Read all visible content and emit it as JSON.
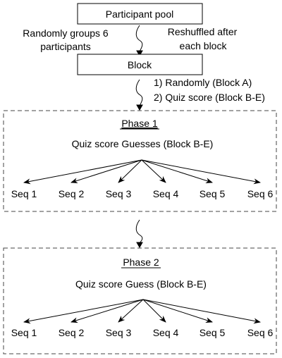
{
  "participant_pool": {
    "label": "Participant pool"
  },
  "arrow_left_label": {
    "line1": "Randomly groups 6",
    "line2": "participants"
  },
  "arrow_right_label": {
    "line1": "Reshuffled after",
    "line2": "each block"
  },
  "block": {
    "label": "Block"
  },
  "grouping_note": {
    "line1": "1) Randomly (Block A)",
    "line2": "2) Quiz score (Block B-E)"
  },
  "phase1": {
    "title": "Phase 1",
    "subtitle": "Quiz score Guesses (Block B-E)",
    "sequences": [
      "Seq 1",
      "Seq 2",
      "Seq 3",
      "Seq 4",
      "Seq 5",
      "Seq 6"
    ]
  },
  "phase2": {
    "title": "Phase 2",
    "subtitle": "Quiz score Guess (Block B-E)",
    "sequences": [
      "Seq 1",
      "Seq 2",
      "Seq 3",
      "Seq 4",
      "Seq 5",
      "Seq 6"
    ]
  }
}
